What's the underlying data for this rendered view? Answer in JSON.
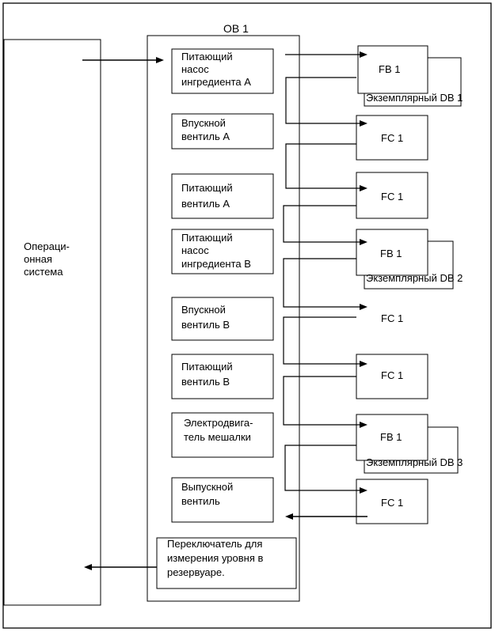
{
  "ob_title": "OB 1",
  "os_label": [
    "Операци-",
    "онная",
    "система"
  ],
  "tasks": [
    {
      "lines": [
        "Питающий",
        "насос",
        "ингредиента А"
      ]
    },
    {
      "lines": [
        "Впускной",
        "вентиль А"
      ]
    },
    {
      "lines": [
        "Питающий",
        "вентиль А"
      ]
    },
    {
      "lines": [
        "Питающий",
        "насос",
        "ингредиента В"
      ]
    },
    {
      "lines": [
        "Впускной",
        "вентиль В"
      ]
    },
    {
      "lines": [
        "Питающий",
        "вентиль В"
      ]
    },
    {
      "lines": [
        "Электродвига-",
        "тель мешалки"
      ]
    },
    {
      "lines": [
        "Выпускной",
        "вентиль"
      ]
    },
    {
      "lines": [
        "Переключатель для",
        "измерения уровня  в",
        "резервуаре."
      ]
    }
  ],
  "blocks": [
    {
      "label": "FB 1",
      "db": "Экземплярный  DB 1"
    },
    {
      "label": "FC 1"
    },
    {
      "label": "FC 1"
    },
    {
      "label": "FB 1",
      "db": "Экземплярный  DB 2"
    },
    {
      "label": "FC 1"
    },
    {
      "label": "FC 1"
    },
    {
      "label": "FB 1",
      "db": "Экземплярный  DB 3"
    },
    {
      "label": "FC 1"
    }
  ]
}
